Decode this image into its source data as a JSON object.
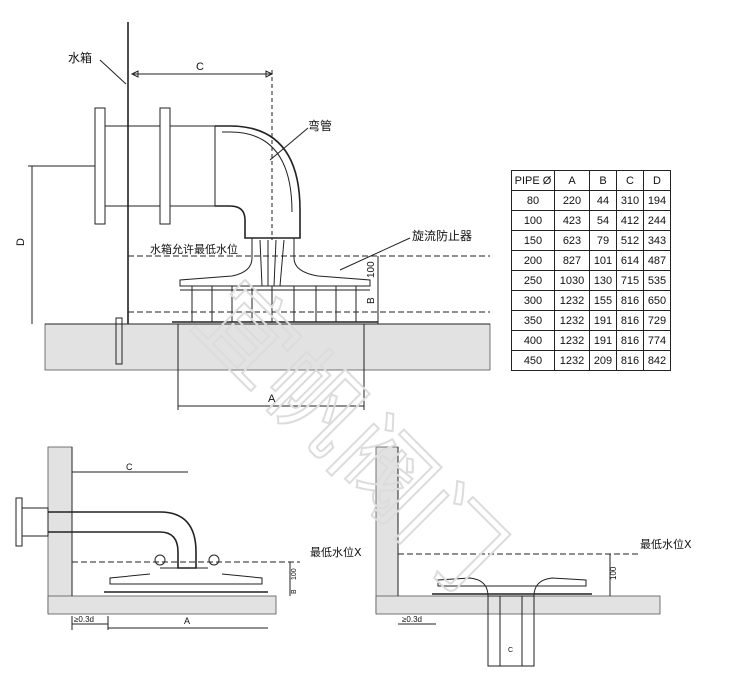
{
  "labels": {
    "tank": "水箱",
    "elbow": "弯管",
    "min_water_level_allowed": "水箱允许最低水位",
    "vortex_preventer": "旋流防止器",
    "min_water_level_left": "最低水位X",
    "min_water_level_right": "最低水位X"
  },
  "dimensions": {
    "c_top": "C",
    "d_side": "D",
    "a_bottom": "A",
    "dim_100": "100",
    "dim_b": "B",
    "c_left": "C",
    "a_left": "A",
    "ge_left": "≥0.3d",
    "ge_right": "≥0.3d",
    "small_left": "100",
    "small_left_b": "B",
    "small_right": "100",
    "c_right_pipe": "C"
  },
  "table": {
    "headers": [
      "PIPE Ø",
      "A",
      "B",
      "C",
      "D"
    ],
    "rows": [
      [
        "80",
        "220",
        "44",
        "310",
        "194"
      ],
      [
        "100",
        "423",
        "54",
        "412",
        "244"
      ],
      [
        "150",
        "623",
        "79",
        "512",
        "343"
      ],
      [
        "200",
        "827",
        "101",
        "614",
        "487"
      ],
      [
        "250",
        "1030",
        "130",
        "715",
        "535"
      ],
      [
        "300",
        "1232",
        "155",
        "816",
        "650"
      ],
      [
        "350",
        "1232",
        "191",
        "816",
        "729"
      ],
      [
        "400",
        "1232",
        "191",
        "816",
        "774"
      ],
      [
        "450",
        "1232",
        "209",
        "816",
        "842"
      ]
    ]
  },
  "watermark": "宜帆阀门",
  "colors": {
    "line": "#222222",
    "concrete": "#e2e2e2",
    "watermark": "#dcdcdc"
  }
}
